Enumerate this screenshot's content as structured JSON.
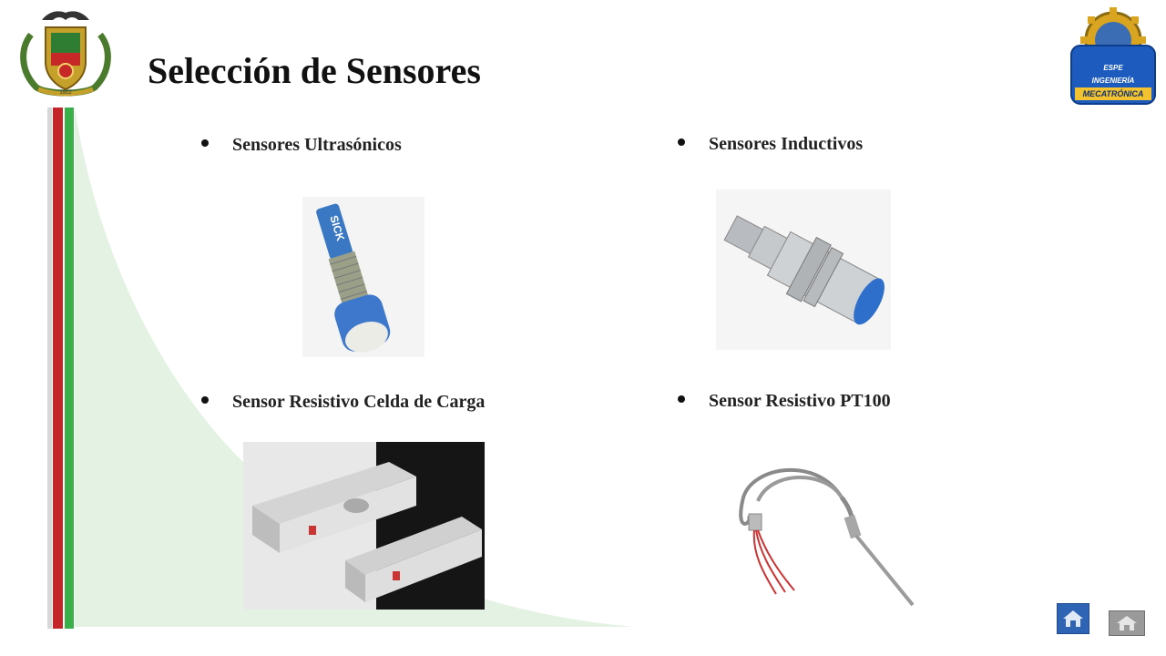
{
  "slide": {
    "title": "Selección de Sensores",
    "bullets": [
      "Sensores Ultrasónicos",
      "Sensores Inductivos",
      "Sensor Resistivo Celda de Carga",
      "Sensor Resistivo PT100"
    ],
    "left_logo_year": "1922",
    "right_logo_lines": [
      "ESPE",
      "INGENIERÍA",
      "MECATRÓNICA"
    ],
    "ultrasonic_brand": "SICK"
  },
  "nav": {
    "home_button_icon": "home-icon",
    "back_button_icon": "home-icon"
  },
  "colors": {
    "stripe_red": "#c3252b",
    "stripe_green": "#3ab04a",
    "curve_fill": "#e4f2e4",
    "nav_blue": "#2f63b4",
    "nav_gray": "#9a9a9a"
  }
}
